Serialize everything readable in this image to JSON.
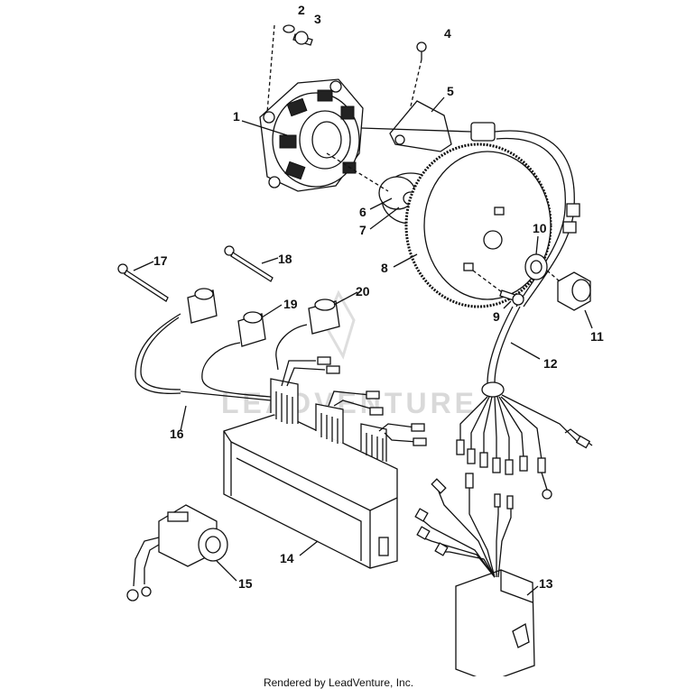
{
  "diagram": {
    "callouts": [
      "1",
      "2",
      "3",
      "4",
      "5",
      "6",
      "7",
      "8",
      "9",
      "10",
      "11",
      "12",
      "13",
      "14",
      "15",
      "16",
      "17",
      "18",
      "19",
      "20"
    ],
    "watermark": "LEADVENTURE",
    "footer": "Rendered by LeadVenture, Inc."
  },
  "colors": {
    "ink": "#111111",
    "watermark": "#d9d9d9",
    "background": "#ffffff"
  }
}
